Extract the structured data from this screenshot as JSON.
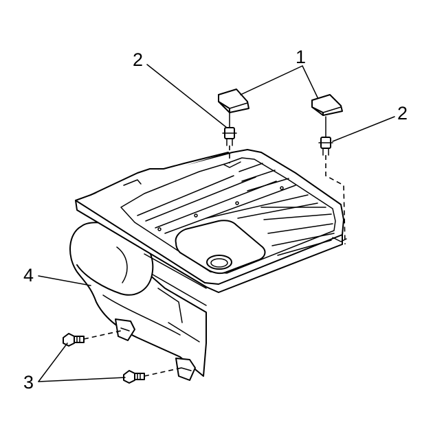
{
  "diagram": {
    "callouts": {
      "insulator": "1",
      "nut_left": "2",
      "nut_right": "2",
      "bolts": "3",
      "duct": "4"
    }
  }
}
